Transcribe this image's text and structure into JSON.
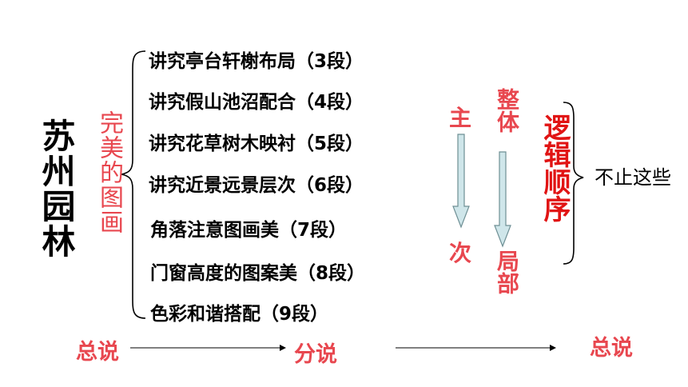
{
  "title": "苏州园林",
  "subtitle": "完美的图画",
  "items": [
    "讲究亭台轩榭布局（3段）",
    "讲究假山池沼配合（4段）",
    "讲究花草树木映衬（5段）",
    "讲究近景远景层次（6段）",
    "角落注意图画美（7段）",
    "门窗高度的图案美（8段）",
    "色彩和谐搭配（9段）"
  ],
  "main_secondary": {
    "top": "主",
    "bottom": "次"
  },
  "whole_part": {
    "top": "整体",
    "bottom": "局部"
  },
  "logic_order": "逻辑顺序",
  "not_only": "不止这些",
  "flow": {
    "start": "总说",
    "middle": "分说",
    "end": "总说"
  },
  "colors": {
    "text": "#000000",
    "pink": "#e8474f",
    "red": "#e11414",
    "arrow_fill": "#cfe6ea",
    "arrow_stroke": "#6e8f94"
  }
}
